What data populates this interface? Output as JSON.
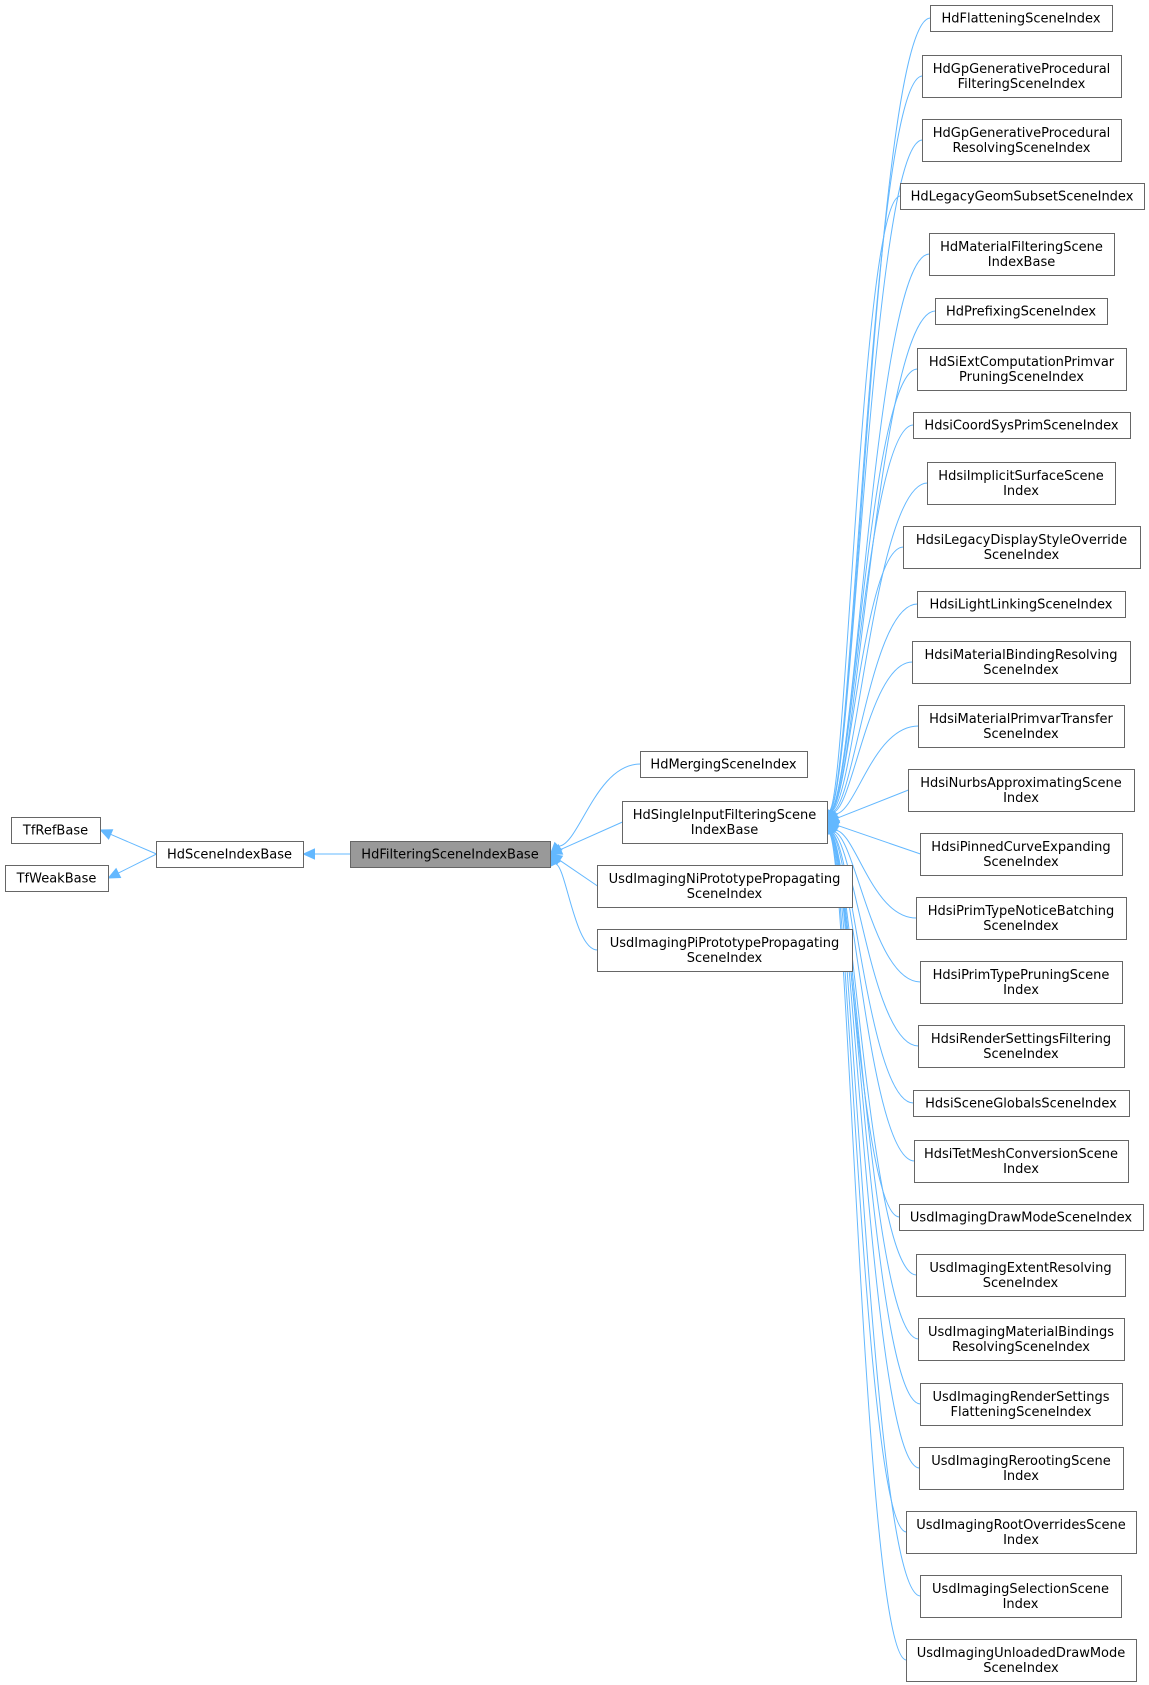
{
  "diagram": {
    "kind": "inheritance-graph",
    "focus": "HdFilteringSceneIndexBase",
    "colors": {
      "edge": "#63b8ff",
      "node_border": "#666666",
      "focus_fill": "#999999",
      "node_fill": "#ffffff"
    },
    "nodes": [
      {
        "id": "tfrefbase",
        "lines": [
          "TfRefBase"
        ]
      },
      {
        "id": "tfweakbase",
        "lines": [
          "TfWeakBase"
        ]
      },
      {
        "id": "hdsceneindexbase",
        "lines": [
          "HdSceneIndexBase"
        ]
      },
      {
        "id": "hdfilteringsceneindexbase",
        "lines": [
          "HdFilteringSceneIndexBase"
        ],
        "current": true
      },
      {
        "id": "hdmergingsceneindex",
        "lines": [
          "HdMergingSceneIndex"
        ]
      },
      {
        "id": "hdsingleinputfilteringsceneindexbase",
        "lines": [
          "HdSingleInputFilteringScene",
          "IndexBase"
        ]
      },
      {
        "id": "usdimagingniprototypepropagatingsceneindex",
        "lines": [
          "UsdImagingNiPrototypePropagating",
          "SceneIndex"
        ]
      },
      {
        "id": "usdimagingpiprototypepropagatingsceneindex",
        "lines": [
          "UsdImagingPiPrototypePropagating",
          "SceneIndex"
        ]
      },
      {
        "id": "hdflatteningsceneindex",
        "lines": [
          "HdFlatteningSceneIndex"
        ]
      },
      {
        "id": "hdgpgenerativeproceduralfilteringsceneindex",
        "lines": [
          "HdGpGenerativeProcedural",
          "FilteringSceneIndex"
        ]
      },
      {
        "id": "hdgpgenerativeproceduralresolvingsceneindex",
        "lines": [
          "HdGpGenerativeProcedural",
          "ResolvingSceneIndex"
        ]
      },
      {
        "id": "hdlegacygeomsubsetsceneindex",
        "lines": [
          "HdLegacyGeomSubsetSceneIndex"
        ]
      },
      {
        "id": "hdmaterialfilteringsceneindexbase",
        "lines": [
          "HdMaterialFilteringScene",
          "IndexBase"
        ]
      },
      {
        "id": "hdprefixingsceneindex",
        "lines": [
          "HdPrefixingSceneIndex"
        ]
      },
      {
        "id": "hdsiextcomputationprimvarpruningsceneindex",
        "lines": [
          "HdSiExtComputationPrimvar",
          "PruningSceneIndex"
        ]
      },
      {
        "id": "hdsicoordsysprimsceneindex",
        "lines": [
          "HdsiCoordSysPrimSceneIndex"
        ]
      },
      {
        "id": "hdsiimplicitsurfacesceneindex",
        "lines": [
          "HdsiImplicitSurfaceScene",
          "Index"
        ]
      },
      {
        "id": "hdsilegacydisplaystyleoverridesceneindex",
        "lines": [
          "HdsiLegacyDisplayStyleOverride",
          "SceneIndex"
        ]
      },
      {
        "id": "hdsilightlinkingsceneindex",
        "lines": [
          "HdsiLightLinkingSceneIndex"
        ]
      },
      {
        "id": "hdsimaterialbindingresolvingsceneindex",
        "lines": [
          "HdsiMaterialBindingResolving",
          "SceneIndex"
        ]
      },
      {
        "id": "hdsimaterialprimvartransfersceneindex",
        "lines": [
          "HdsiMaterialPrimvarTransfer",
          "SceneIndex"
        ]
      },
      {
        "id": "hdsinurbsapproximatingsceneindex",
        "lines": [
          "HdsiNurbsApproximatingScene",
          "Index"
        ]
      },
      {
        "id": "hdsipinnedcurveexpandingsceneindex",
        "lines": [
          "HdsiPinnedCurveExpanding",
          "SceneIndex"
        ]
      },
      {
        "id": "hdsiprimtypenoticebatchingsceneindex",
        "lines": [
          "HdsiPrimTypeNoticeBatching",
          "SceneIndex"
        ]
      },
      {
        "id": "hdsiprimtypepruningsceneindex",
        "lines": [
          "HdsiPrimTypePruningScene",
          "Index"
        ]
      },
      {
        "id": "hdsirendersettingsfilteringsceneindex",
        "lines": [
          "HdsiRenderSettingsFiltering",
          "SceneIndex"
        ]
      },
      {
        "id": "hdsisceneglobalssceneindex",
        "lines": [
          "HdsiSceneGlobalsSceneIndex"
        ]
      },
      {
        "id": "hdsitetmeshconversionsceneindex",
        "lines": [
          "HdsiTetMeshConversionScene",
          "Index"
        ]
      },
      {
        "id": "usdimagingdrawmodesceneindex",
        "lines": [
          "UsdImagingDrawModeSceneIndex"
        ]
      },
      {
        "id": "usdimagingextentresolvingsceneindex",
        "lines": [
          "UsdImagingExtentResolving",
          "SceneIndex"
        ]
      },
      {
        "id": "usdimagingmaterialbindingsresolvingsceneindex",
        "lines": [
          "UsdImagingMaterialBindings",
          "ResolvingSceneIndex"
        ]
      },
      {
        "id": "usdimagingrendersettingsflatteningsceneindex",
        "lines": [
          "UsdImagingRenderSettings",
          "FlatteningSceneIndex"
        ]
      },
      {
        "id": "usdimagingrerootingsceneindex",
        "lines": [
          "UsdImagingRerootingScene",
          "Index"
        ]
      },
      {
        "id": "usdimagingrootoverridessceneindex",
        "lines": [
          "UsdImagingRootOverridesScene",
          "Index"
        ]
      },
      {
        "id": "usdimagingselectionsceneindex",
        "lines": [
          "UsdImagingSelectionScene",
          "Index"
        ]
      },
      {
        "id": "usdimagingunloadeddrawmodesceneindex",
        "lines": [
          "UsdImagingUnloadedDrawMode",
          "SceneIndex"
        ]
      }
    ],
    "edges": [
      {
        "from": "hdsceneindexbase",
        "to": "tfrefbase"
      },
      {
        "from": "hdsceneindexbase",
        "to": "tfweakbase"
      },
      {
        "from": "hdfilteringsceneindexbase",
        "to": "hdsceneindexbase"
      },
      {
        "from": "hdmergingsceneindex",
        "to": "hdfilteringsceneindexbase"
      },
      {
        "from": "hdsingleinputfilteringsceneindexbase",
        "to": "hdfilteringsceneindexbase"
      },
      {
        "from": "usdimagingniprototypepropagatingsceneindex",
        "to": "hdfilteringsceneindexbase"
      },
      {
        "from": "usdimagingpiprototypepropagatingsceneindex",
        "to": "hdfilteringsceneindexbase"
      },
      {
        "from": "hdflatteningsceneindex",
        "to": "hdsingleinputfilteringsceneindexbase"
      },
      {
        "from": "hdgpgenerativeproceduralfilteringsceneindex",
        "to": "hdsingleinputfilteringsceneindexbase"
      },
      {
        "from": "hdgpgenerativeproceduralresolvingsceneindex",
        "to": "hdsingleinputfilteringsceneindexbase"
      },
      {
        "from": "hdlegacygeomsubsetsceneindex",
        "to": "hdsingleinputfilteringsceneindexbase"
      },
      {
        "from": "hdmaterialfilteringsceneindexbase",
        "to": "hdsingleinputfilteringsceneindexbase"
      },
      {
        "from": "hdprefixingsceneindex",
        "to": "hdsingleinputfilteringsceneindexbase"
      },
      {
        "from": "hdsiextcomputationprimvarpruningsceneindex",
        "to": "hdsingleinputfilteringsceneindexbase"
      },
      {
        "from": "hdsicoordsysprimsceneindex",
        "to": "hdsingleinputfilteringsceneindexbase"
      },
      {
        "from": "hdsiimplicitsurfacesceneindex",
        "to": "hdsingleinputfilteringsceneindexbase"
      },
      {
        "from": "hdsilegacydisplaystyleoverridesceneindex",
        "to": "hdsingleinputfilteringsceneindexbase"
      },
      {
        "from": "hdsilightlinkingsceneindex",
        "to": "hdsingleinputfilteringsceneindexbase"
      },
      {
        "from": "hdsimaterialbindingresolvingsceneindex",
        "to": "hdsingleinputfilteringsceneindexbase"
      },
      {
        "from": "hdsimaterialprimvartransfersceneindex",
        "to": "hdsingleinputfilteringsceneindexbase"
      },
      {
        "from": "hdsinurbsapproximatingsceneindex",
        "to": "hdsingleinputfilteringsceneindexbase"
      },
      {
        "from": "hdsipinnedcurveexpandingsceneindex",
        "to": "hdsingleinputfilteringsceneindexbase"
      },
      {
        "from": "hdsiprimtypenoticebatchingsceneindex",
        "to": "hdsingleinputfilteringsceneindexbase"
      },
      {
        "from": "hdsiprimtypepruningsceneindex",
        "to": "hdsingleinputfilteringsceneindexbase"
      },
      {
        "from": "hdsirendersettingsfilteringsceneindex",
        "to": "hdsingleinputfilteringsceneindexbase"
      },
      {
        "from": "hdsisceneglobalssceneindex",
        "to": "hdsingleinputfilteringsceneindexbase"
      },
      {
        "from": "hdsitetmeshconversionsceneindex",
        "to": "hdsingleinputfilteringsceneindexbase"
      },
      {
        "from": "usdimagingdrawmodesceneindex",
        "to": "hdsingleinputfilteringsceneindexbase"
      },
      {
        "from": "usdimagingextentresolvingsceneindex",
        "to": "hdsingleinputfilteringsceneindexbase"
      },
      {
        "from": "usdimagingmaterialbindingsresolvingsceneindex",
        "to": "hdsingleinputfilteringsceneindexbase"
      },
      {
        "from": "usdimagingrendersettingsflatteningsceneindex",
        "to": "hdsingleinputfilteringsceneindexbase"
      },
      {
        "from": "usdimagingrerootingsceneindex",
        "to": "hdsingleinputfilteringsceneindexbase"
      },
      {
        "from": "usdimagingrootoverridessceneindex",
        "to": "hdsingleinputfilteringsceneindexbase"
      },
      {
        "from": "usdimagingselectionsceneindex",
        "to": "hdsingleinputfilteringsceneindexbase"
      },
      {
        "from": "usdimagingunloadeddrawmodesceneindex",
        "to": "hdsingleinputfilteringsceneindexbase"
      }
    ]
  }
}
